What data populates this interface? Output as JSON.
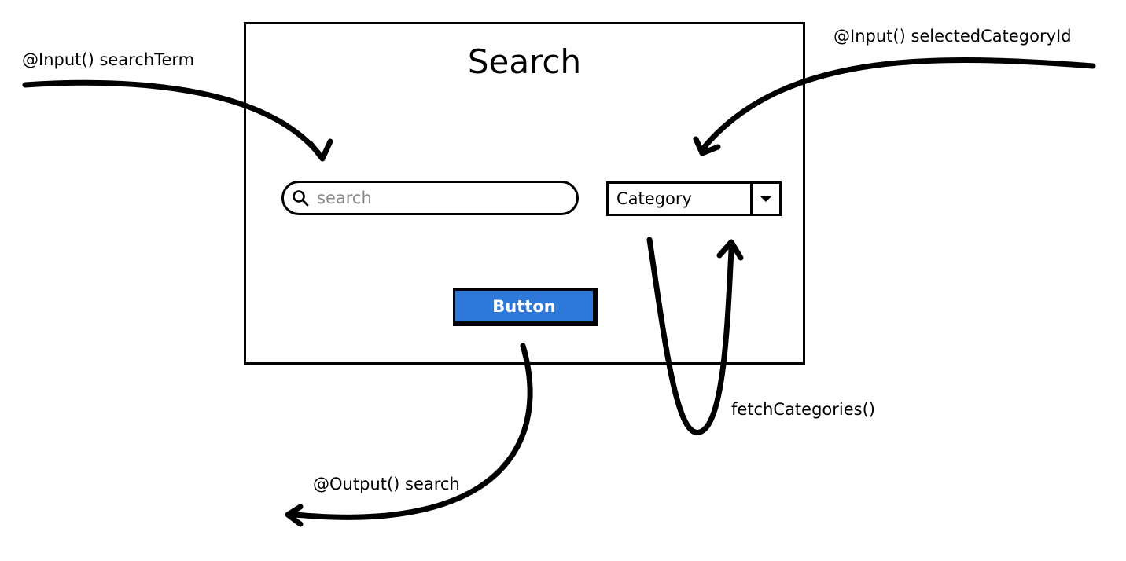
{
  "annotations": {
    "search_term_input": "@Input() searchTerm",
    "selected_category_input": "@Input() selectedCategoryId",
    "fetch_categories": "fetchCategories()",
    "search_output": "@Output() search"
  },
  "component": {
    "title": "Search",
    "search": {
      "placeholder": "search",
      "icon": "search-icon"
    },
    "category": {
      "value": "Category",
      "icon": "caret-down-icon"
    },
    "button_label": "Button",
    "button_color": "#2d78d8"
  }
}
